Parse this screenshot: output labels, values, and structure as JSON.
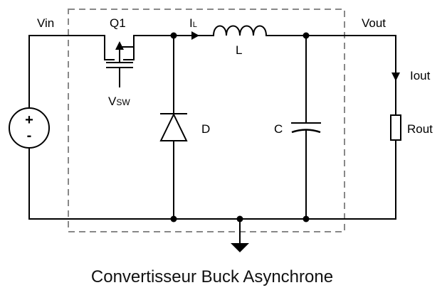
{
  "caption": "Convertisseur Buck Asynchrone",
  "labels": {
    "vin": "Vin",
    "q1": "Q1",
    "vsw_main": "V",
    "vsw_sub": "SW",
    "il_main": "I",
    "il_sub": "L",
    "inductor": "L",
    "vout": "Vout",
    "iout": "Iout",
    "diode": "D",
    "capacitor": "C",
    "rout": "Rout",
    "source_plus": "+",
    "source_minus": "-"
  }
}
